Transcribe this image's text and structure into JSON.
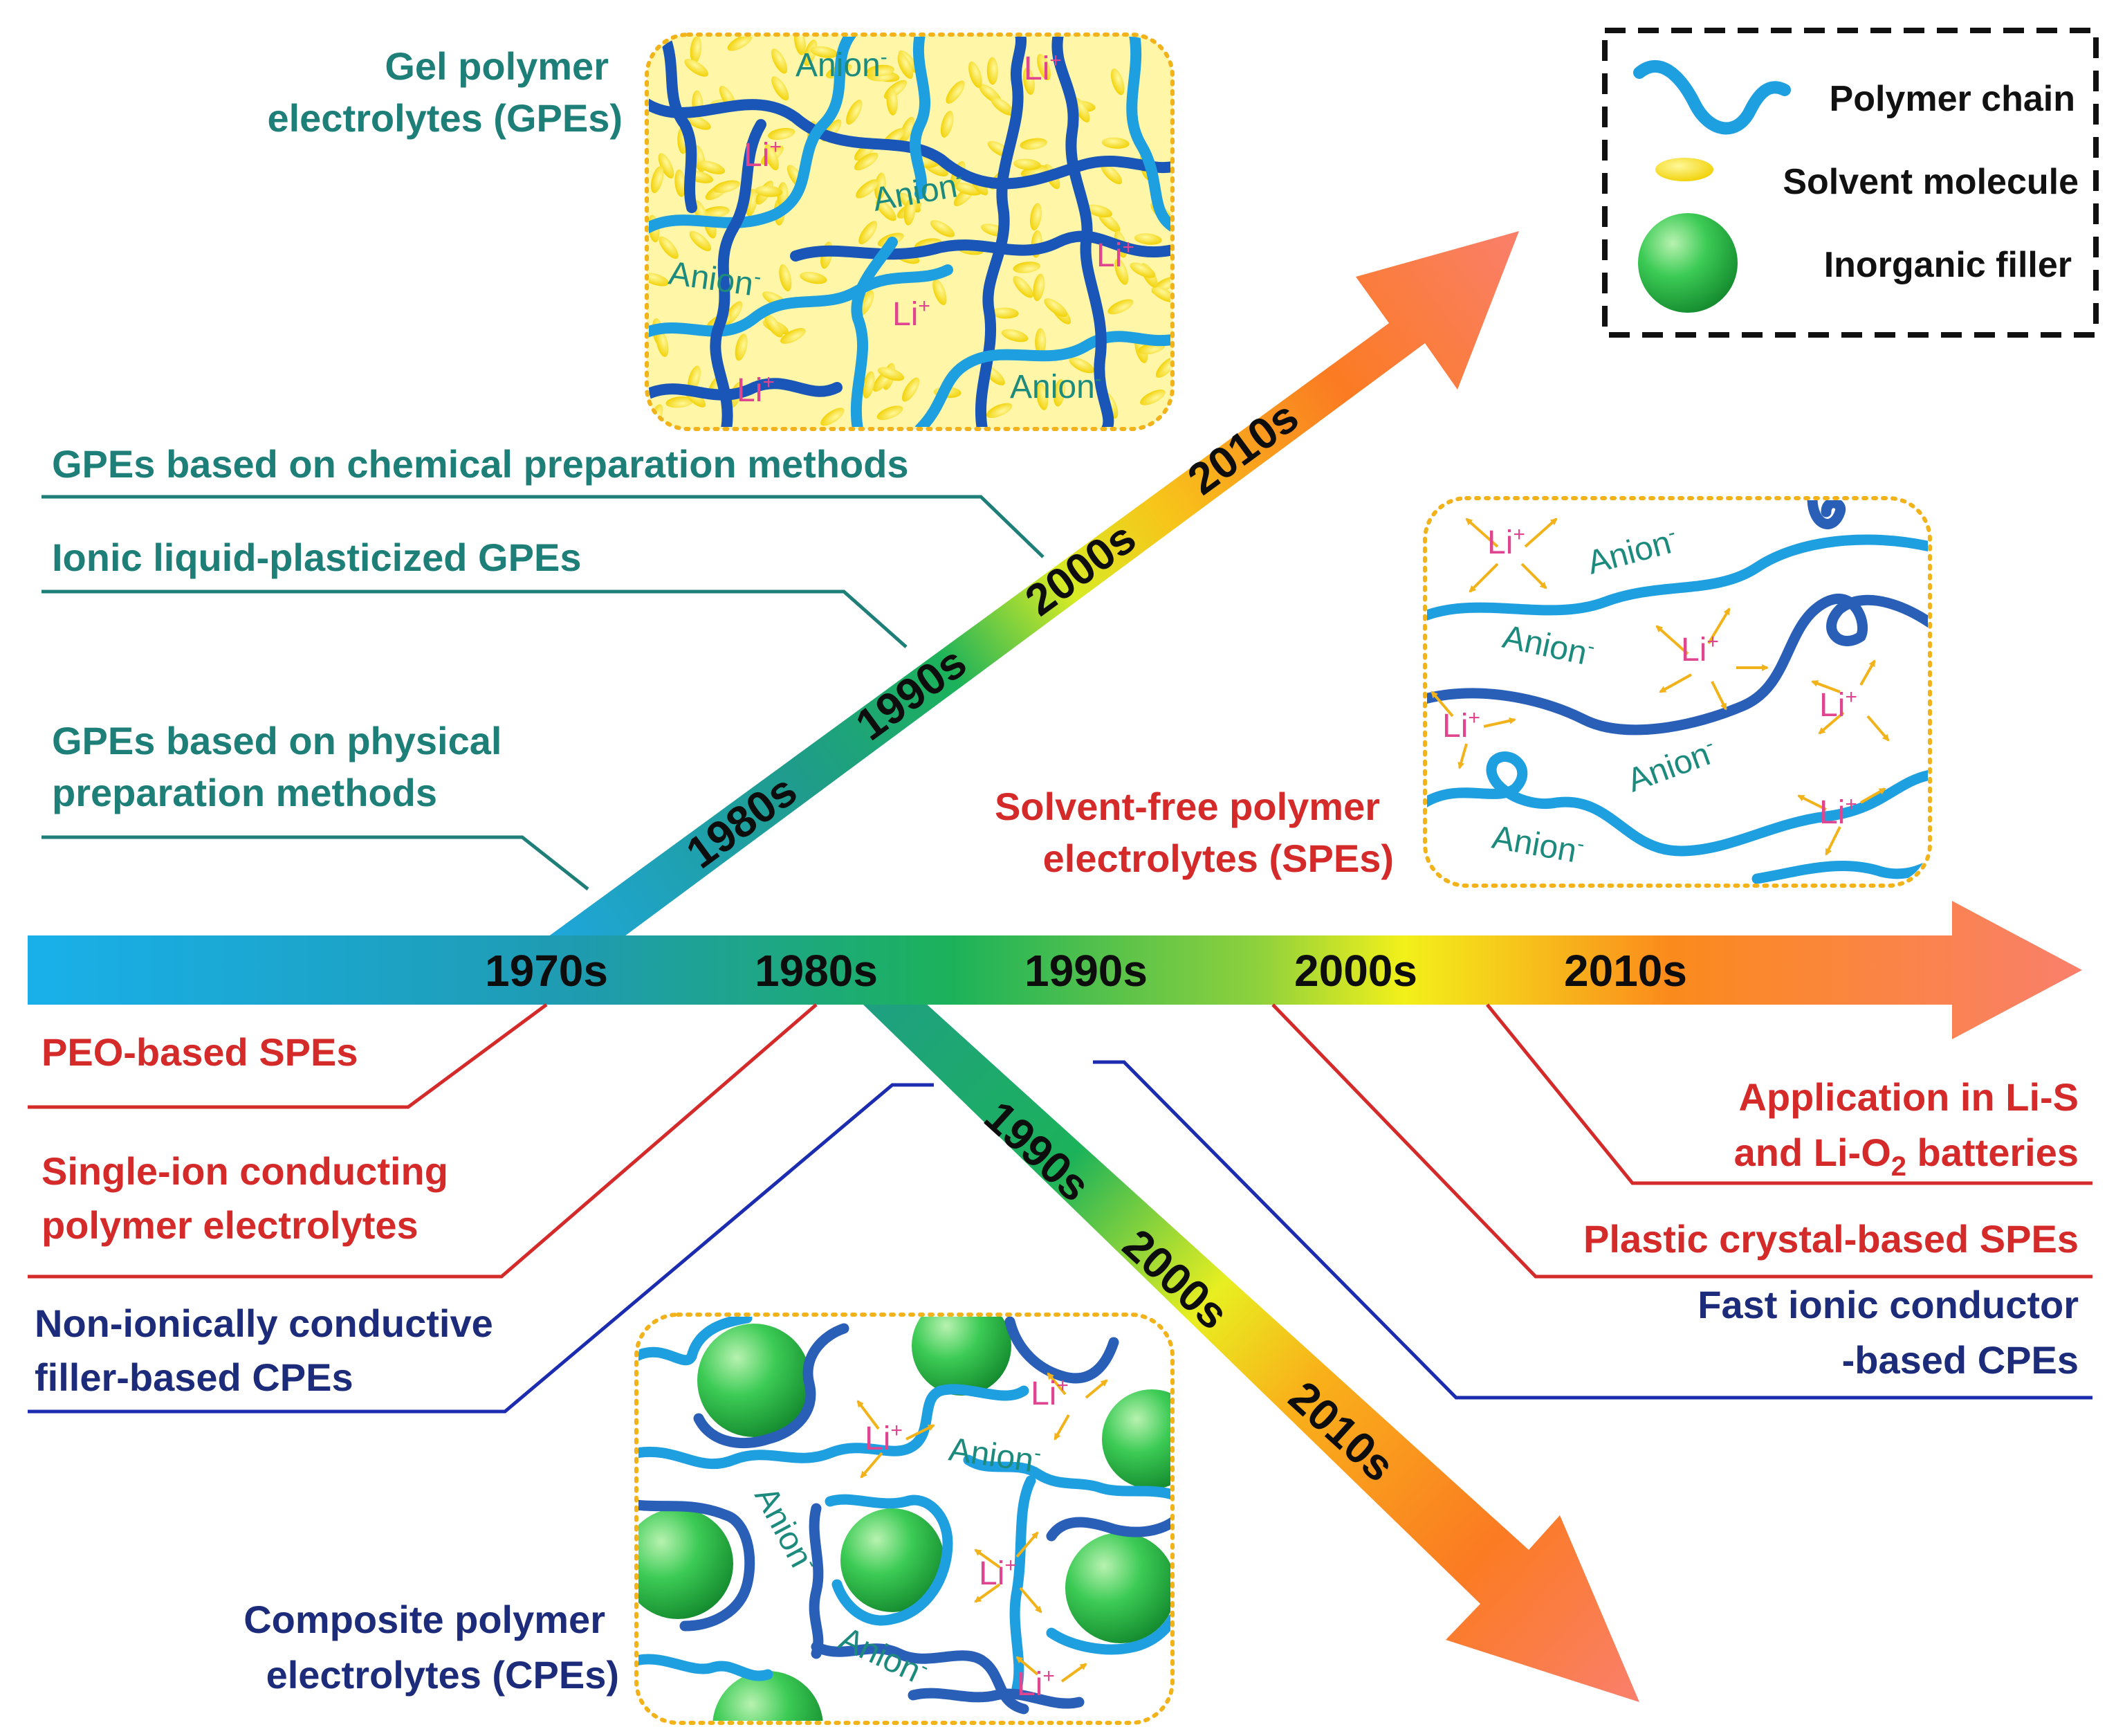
{
  "legend": {
    "items": [
      {
        "icon": "polymer-chain-icon",
        "label": "Polymer chain"
      },
      {
        "icon": "solvent-molecule-icon",
        "label": "Solvent molecule"
      },
      {
        "icon": "inorganic-filler-icon",
        "label": "Inorganic filler"
      }
    ]
  },
  "main_arrow": {
    "decades": [
      "1970s",
      "1980s",
      "1990s",
      "2000s",
      "2010s"
    ]
  },
  "upper_arrow": {
    "decades": [
      "1980s",
      "1990s",
      "2000s",
      "2010s"
    ]
  },
  "lower_arrow": {
    "decades": [
      "1990s",
      "2000s",
      "2010s"
    ]
  },
  "gpe": {
    "title_line1": "Gel polymer",
    "title_line2": "electrolytes (GPEs)",
    "chemical": "GPEs based on chemical preparation methods",
    "ionic_liquid": "Ionic liquid-plasticized GPEs",
    "physical_line1": "GPEs based on physical",
    "physical_line2": "preparation methods"
  },
  "spe": {
    "title_line1": "Solvent-free polymer",
    "title_line2": "electrolytes (SPEs)",
    "peo": "PEO-based SPEs",
    "single_ion_line1": "Single-ion conducting",
    "single_ion_line2": "polymer electrolytes",
    "application_line1": "Application in Li-S",
    "application_line2_a": "and Li-O",
    "application_line2_sub": "2",
    "application_line2_b": " batteries",
    "plastic_crystal": "Plastic crystal-based SPEs"
  },
  "cpe": {
    "title_line1": "Composite polymer",
    "title_line2": "electrolytes (CPEs)",
    "non_ionic_line1": "Non-ionically conductive",
    "non_ionic_line2": "filler-based CPEs",
    "fast_ionic_line1": "Fast ionic conductor",
    "fast_ionic_line2": "-based CPEs"
  },
  "schematic": {
    "li_label": "Li",
    "li_sup": "+",
    "anion_label": "Anion",
    "anion_sup": "-"
  },
  "colors": {
    "teal": "#1d7f78",
    "red": "#d42a2a",
    "navy": "#1c2c7a",
    "arrow_start": "#19b0ea",
    "arrow_mid": "#1cb25a",
    "arrow_yellow": "#f3f01a",
    "arrow_end": "#fa7f6c"
  }
}
